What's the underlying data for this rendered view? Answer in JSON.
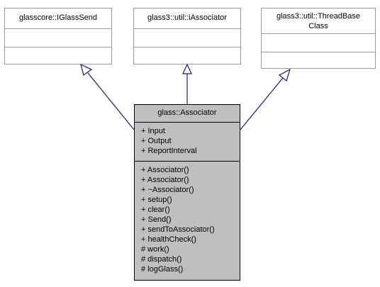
{
  "diagram": {
    "bases": [
      {
        "id": "iglasssend",
        "title_lines": [
          "glasscore::IGlassSend"
        ]
      },
      {
        "id": "iassociator",
        "title_lines": [
          "glass3::util::iAssociator"
        ]
      },
      {
        "id": "threadbase",
        "title_lines": [
          "glass3::util::ThreadBase",
          "Class"
        ]
      }
    ],
    "main_class": {
      "title": "glass::Associator",
      "attributes": [
        "+ Input",
        "+ Output",
        "+ ReportInterval"
      ],
      "methods": [
        "+ Associator()",
        "+ Associator()",
        "+ ~Associator()",
        "+ setup()",
        "+ clear()",
        "+ Send()",
        "+ sendToAssociator()",
        "+ healthCheck()",
        "# work()",
        "# dispatch()",
        "# logGlass()"
      ]
    },
    "colors": {
      "edge": "#191970",
      "main_fill": "#bfbfbf",
      "base_border": "#9a9a9a"
    }
  }
}
